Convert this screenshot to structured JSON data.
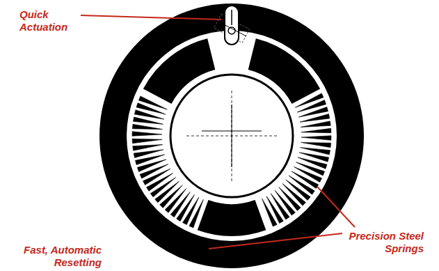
{
  "diagram": {
    "labels": [
      "Quick Actuation",
      "Fast, Automatic Resetting",
      "Precision Steel Springs"
    ]
  }
}
